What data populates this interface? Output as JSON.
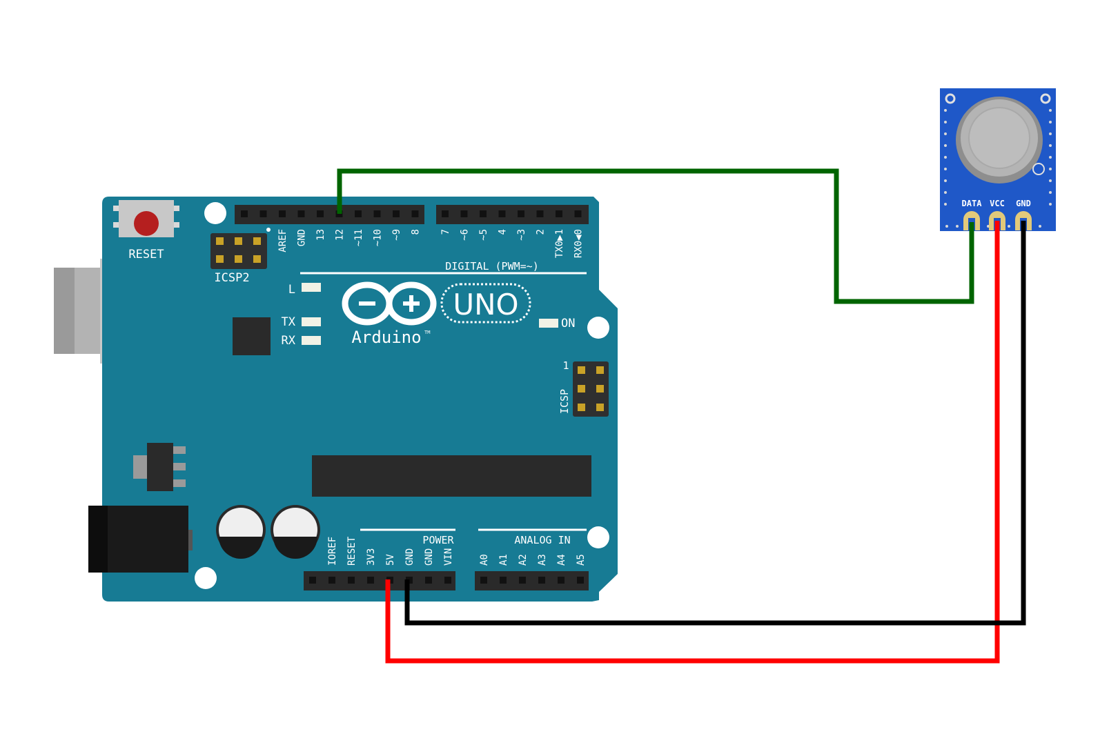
{
  "board": {
    "reset_label": "RESET",
    "icsp2_label": "ICSP2",
    "icsp_label": "ICSP",
    "icsp_pin1": "1",
    "digital_label": "DIGITAL (PWM=~)",
    "digital_pins": [
      "AREF",
      "GND",
      "13",
      "12",
      "~11",
      "~10",
      "~9",
      "8",
      "7",
      "~6",
      "~5",
      "4",
      "~3",
      "2",
      "TX0▶1",
      "RX0◀0"
    ],
    "led_l": "L",
    "led_tx": "TX",
    "led_rx": "RX",
    "led_on": "ON",
    "brand_uno": "UNO",
    "brand_name": "Arduino",
    "brand_tm": "TM",
    "power_label": "POWER",
    "power_pins": [
      "IOREF",
      "RESET",
      "3V3",
      "5V",
      "GND",
      "GND",
      "VIN"
    ],
    "analog_label": "ANALOG IN",
    "analog_pins": [
      "A0",
      "A1",
      "A2",
      "A3",
      "A4",
      "A5"
    ]
  },
  "module": {
    "pins": [
      "DATA",
      "VCC",
      "GND"
    ]
  },
  "colors": {
    "board": "#177B94",
    "module": "#1F58C8",
    "wire_data": "#006400",
    "wire_vcc": "#FF0000",
    "wire_gnd": "#000000"
  }
}
